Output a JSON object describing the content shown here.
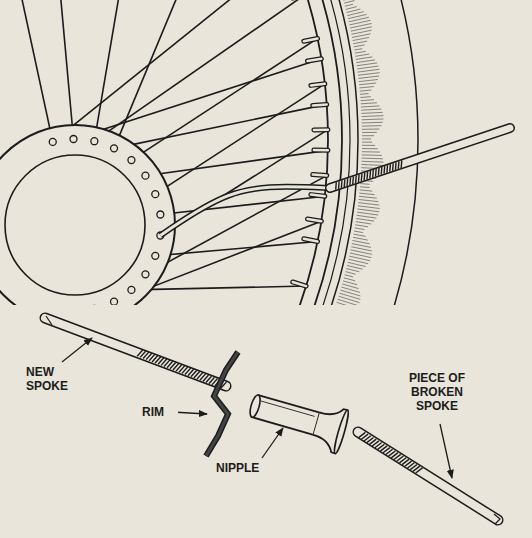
{
  "diagram": {
    "labels": [
      "NEW SPOKE",
      "RIM",
      "NIPPLE",
      "PIECE OF BROKEN SPOKE"
    ]
  }
}
